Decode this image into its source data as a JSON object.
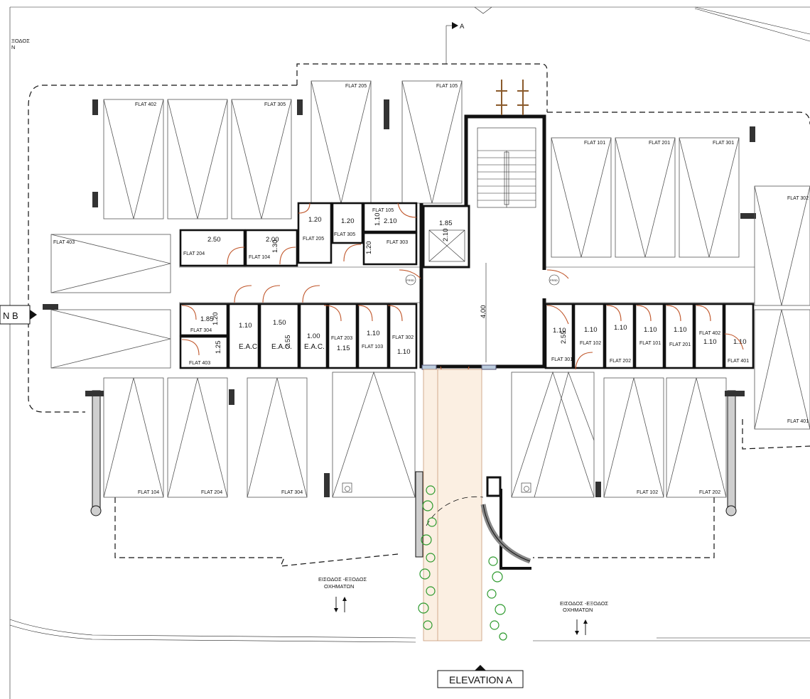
{
  "top_left_note": {
    "line1": "ΞΟΔΟΣ",
    "line2": "Ν"
  },
  "section_a": {
    "top": "A",
    "bottom": "A"
  },
  "section_b": "N B",
  "elevation": "ELEVATION A",
  "vehicle_entrance": {
    "line1": "ΕΙΣΟΔΟΣ -ΕΞΟΔΟΣ",
    "line2": "ΟΧΗΜΑΤΩΝ"
  },
  "fire_door": "FRSD",
  "parking": {
    "top_left": [
      "FLAT 402",
      "FLAT 305"
    ],
    "top_center": [
      "FLAT 205",
      "FLAT 105"
    ],
    "top_right": [
      "FLAT 101",
      "FLAT 201",
      "FLAT 301"
    ],
    "right": [
      "FLAT 302",
      "FLAT 401"
    ],
    "left": [
      "FLAT 403"
    ],
    "bottom": [
      "FLAT 104",
      "FLAT 204",
      "FLAT 304",
      "FLAT 102",
      "FLAT 202"
    ]
  },
  "stores_upper_left": [
    {
      "name": "FLAT 204",
      "dim": "2.50"
    },
    {
      "name": "FLAT 104",
      "dim": "2.00",
      "dim2": "1.30"
    }
  ],
  "stores_upper_mid": [
    {
      "name": "FLAT 205",
      "dim": "1.20"
    },
    {
      "name": "FLAT 305",
      "dim": "1.20"
    },
    {
      "name": "FLAT 105",
      "dim": "2.10",
      "dim2": "1.10"
    },
    {
      "name": "FLAT 303",
      "dim": "1.20"
    }
  ],
  "lift": {
    "w": "1.85",
    "h": "2.10"
  },
  "corridor_width": "4.00",
  "stores_lower_left": [
    {
      "name": "FLAT 304",
      "dim": "1.85",
      "dim2": "1.20"
    },
    {
      "name": "FLAT 403",
      "dim": "1.25"
    }
  ],
  "eac": [
    {
      "label": "E.A.C.",
      "dim": "1.10"
    },
    {
      "label": "E.A.C.",
      "dim": "1.50",
      "dim2": "2.55"
    },
    {
      "label": "E.A.C.",
      "dim": "1.00"
    }
  ],
  "stores_lower_mid": [
    {
      "name": "FLAT 203",
      "dim": "1.15"
    },
    {
      "name": "FLAT 103",
      "dim": "1.10"
    },
    {
      "name": "FLAT 302",
      "dim": "1.10"
    }
  ],
  "stores_lower_right": [
    {
      "name": "FLAT 301",
      "dim": "1.10",
      "dim2": "2.55"
    },
    {
      "name": "FLAT 102",
      "dim": "1.10"
    },
    {
      "name": "FLAT 202",
      "dim": "1.10"
    },
    {
      "name": "FLAT 101",
      "dim": "1.10"
    },
    {
      "name": "FLAT 201",
      "dim": "1.10"
    },
    {
      "name": "FLAT 402",
      "dim": "1.10"
    },
    {
      "name": "FLAT 401",
      "dim": "1.10"
    }
  ]
}
